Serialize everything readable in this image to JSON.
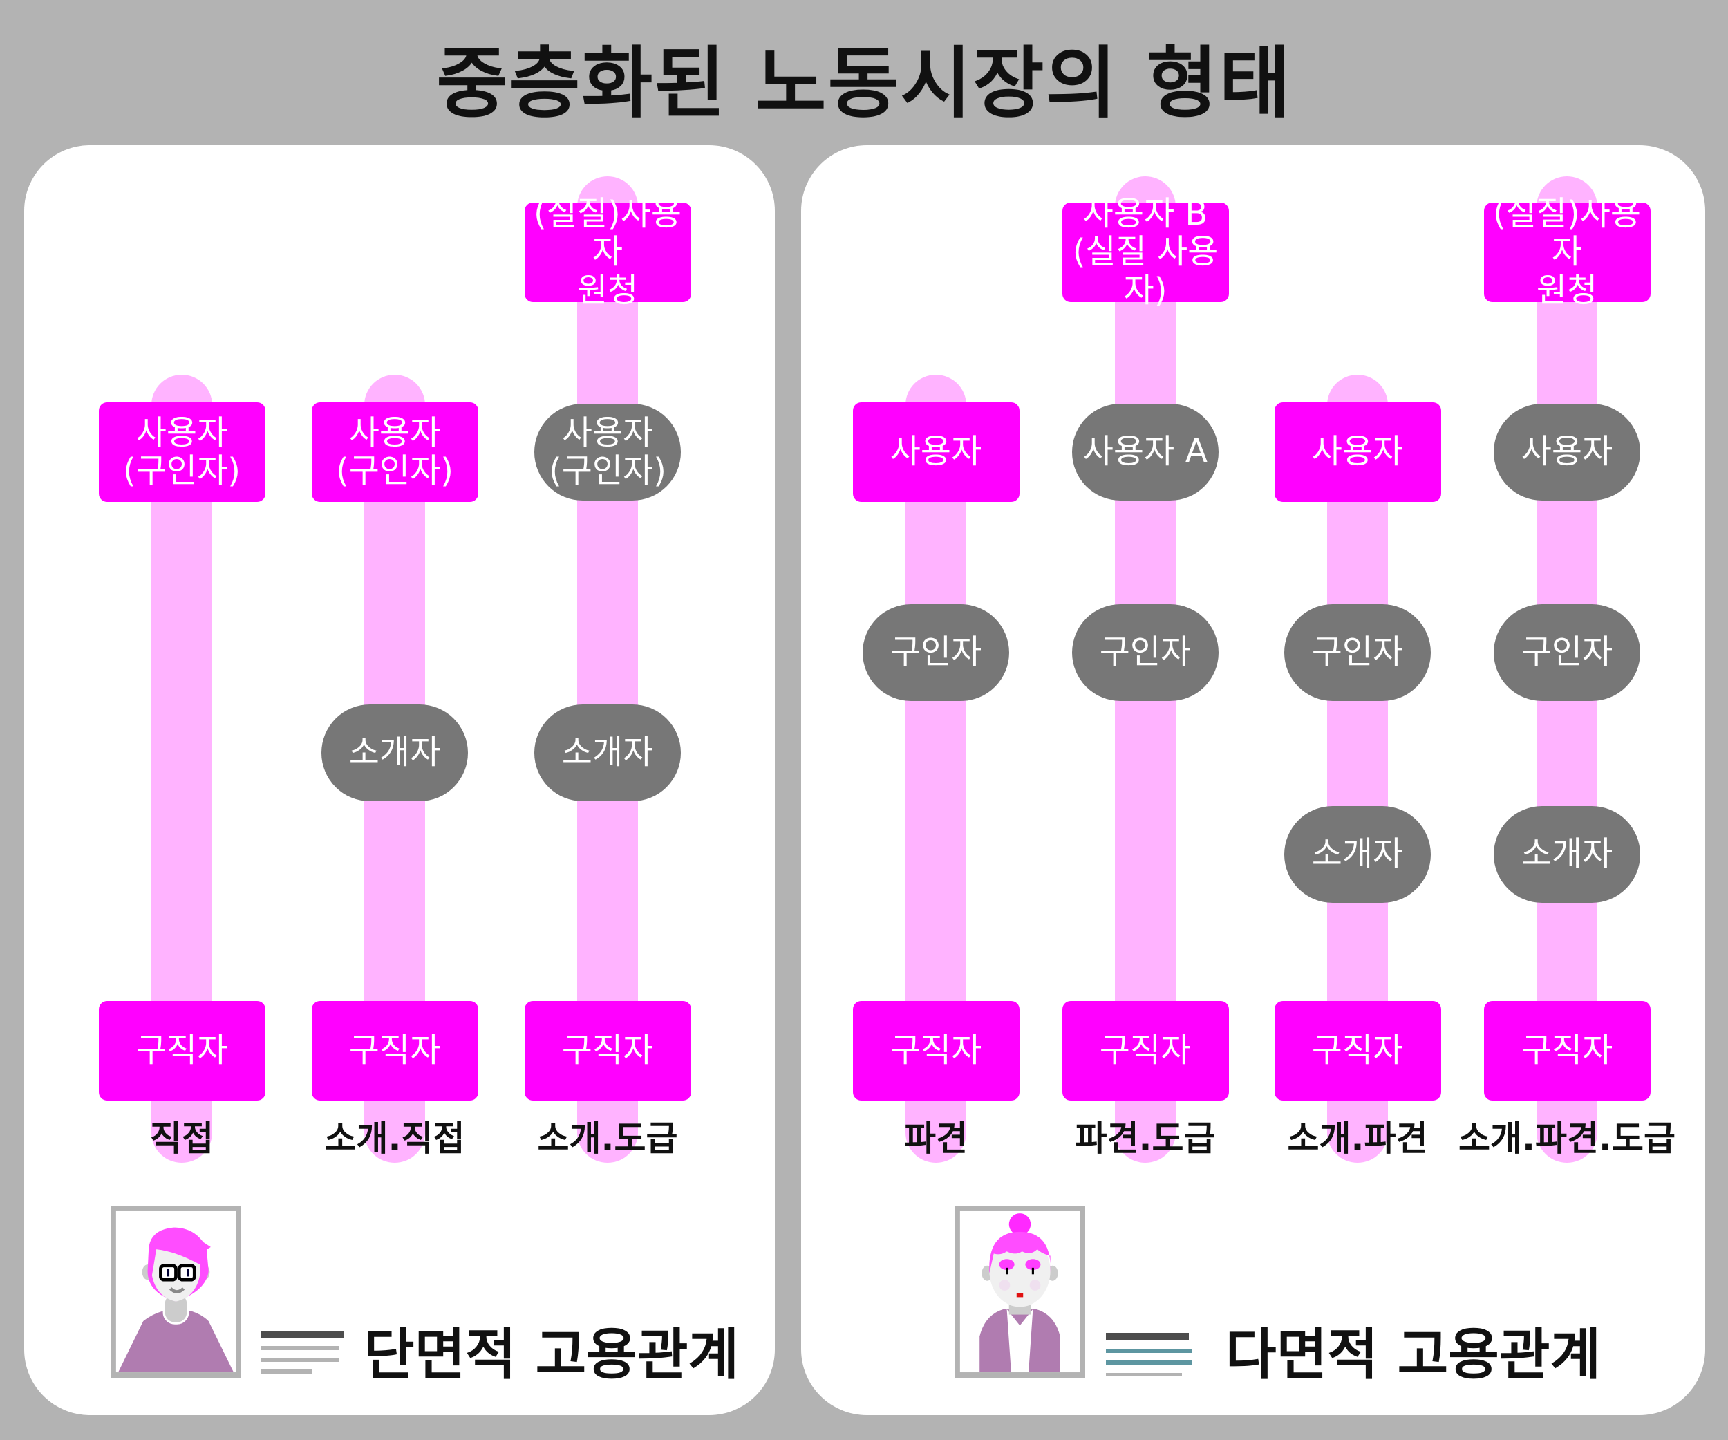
{
  "title": "중층화된 노동시장의 형태",
  "colors": {
    "box": "#ff00ff",
    "pill": "#777777",
    "bar": "#ffb3ff",
    "background": "#b3b3b3"
  },
  "panels": [
    {
      "caption": "단면적 고용관계",
      "portrait": "man-with-glasses",
      "columns": [
        {
          "bar_from_tier": 1,
          "label": "직접",
          "nodes": [
            {
              "text": "사용자\n(구인자)",
              "shape": "box",
              "tier": 1
            },
            {
              "text": "구직자",
              "shape": "box",
              "tier": 5
            }
          ]
        },
        {
          "bar_from_tier": 1,
          "label": "소개.직접",
          "nodes": [
            {
              "text": "사용자\n(구인자)",
              "shape": "box",
              "tier": 1
            },
            {
              "text": "소개자",
              "shape": "pill",
              "tier": 3
            },
            {
              "text": "구직자",
              "shape": "box",
              "tier": 5
            }
          ]
        },
        {
          "bar_from_tier": 0,
          "label": "소개.도급",
          "nodes": [
            {
              "text": "(실질)사용자\n원청",
              "shape": "box",
              "tier": 0
            },
            {
              "text": "사용자\n(구인자)",
              "shape": "pill",
              "tier": 1
            },
            {
              "text": "소개자",
              "shape": "pill",
              "tier": 3
            },
            {
              "text": "구직자",
              "shape": "box",
              "tier": 5
            }
          ]
        }
      ]
    },
    {
      "caption": "다면적 고용관계",
      "portrait": "woman-with-bun",
      "columns": [
        {
          "bar_from_tier": 1,
          "label": "파견",
          "nodes": [
            {
              "text": "사용자",
              "shape": "box",
              "tier": 1
            },
            {
              "text": "구인자",
              "shape": "pill",
              "tier": 2
            },
            {
              "text": "구직자",
              "shape": "box",
              "tier": 5
            }
          ]
        },
        {
          "bar_from_tier": 0,
          "label": "파견.도급",
          "nodes": [
            {
              "text": "사용자 B\n(실질 사용자)",
              "shape": "box",
              "tier": 0
            },
            {
              "text": "사용자 A",
              "shape": "pill",
              "tier": 1
            },
            {
              "text": "구인자",
              "shape": "pill",
              "tier": 2
            },
            {
              "text": "구직자",
              "shape": "box",
              "tier": 5
            }
          ]
        },
        {
          "bar_from_tier": 1,
          "label": "소개.파견",
          "nodes": [
            {
              "text": "사용자",
              "shape": "box",
              "tier": 1
            },
            {
              "text": "구인자",
              "shape": "pill",
              "tier": 2
            },
            {
              "text": "소개자",
              "shape": "pill",
              "tier": 4
            },
            {
              "text": "구직자",
              "shape": "box",
              "tier": 5
            }
          ]
        },
        {
          "bar_from_tier": 0,
          "label": "소개.파견.도급",
          "nodes": [
            {
              "text": "(실질)사용자\n원청",
              "shape": "box",
              "tier": 0
            },
            {
              "text": "사용자",
              "shape": "pill",
              "tier": 1
            },
            {
              "text": "구인자",
              "shape": "pill",
              "tier": 2
            },
            {
              "text": "소개자",
              "shape": "pill",
              "tier": 4
            },
            {
              "text": "구직자",
              "shape": "box",
              "tier": 5
            }
          ]
        }
      ]
    }
  ]
}
